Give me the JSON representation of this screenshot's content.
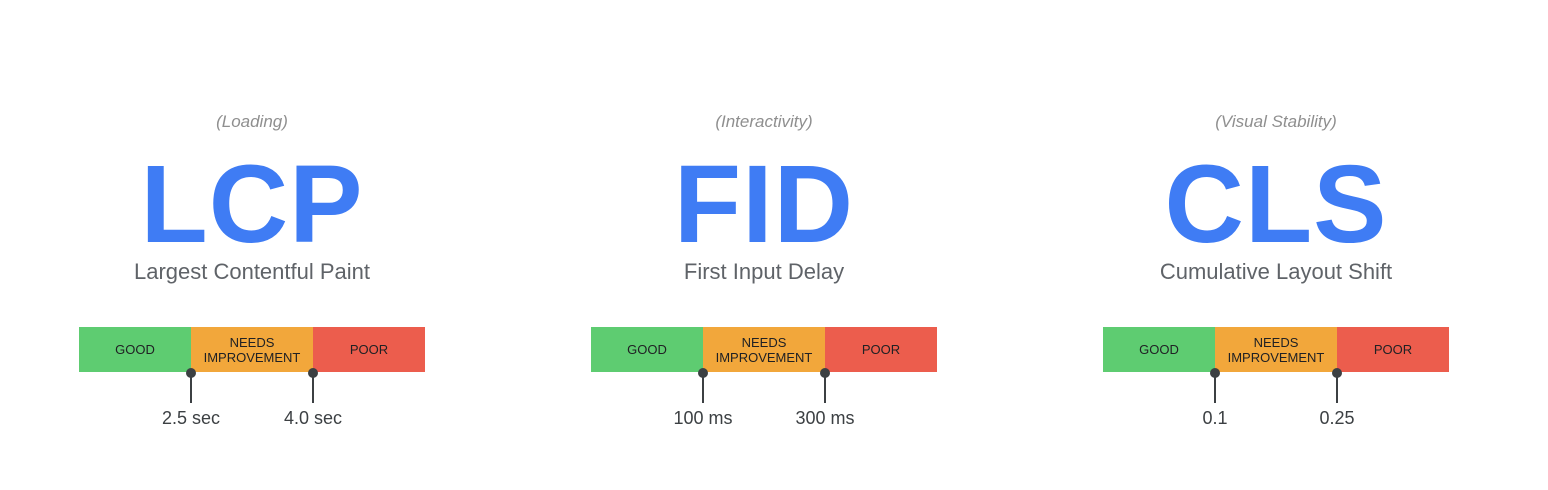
{
  "metrics": [
    {
      "category": "(Loading)",
      "abbr": "LCP",
      "name": "Largest Contentful Paint",
      "ratings": {
        "good": "GOOD",
        "needs_improvement": "NEEDS IMPROVEMENT",
        "poor": "POOR"
      },
      "thresholds": [
        "2.5 sec",
        "4.0 sec"
      ]
    },
    {
      "category": "(Interactivity)",
      "abbr": "FID",
      "name": "First Input Delay",
      "ratings": {
        "good": "GOOD",
        "needs_improvement": "NEEDS IMPROVEMENT",
        "poor": "POOR"
      },
      "thresholds": [
        "100 ms",
        "300 ms"
      ]
    },
    {
      "category": "(Visual Stability)",
      "abbr": "CLS",
      "name": "Cumulative Layout Shift",
      "ratings": {
        "good": "GOOD",
        "needs_improvement": "NEEDS IMPROVEMENT",
        "poor": "POOR"
      },
      "thresholds": [
        "0.1",
        "0.25"
      ]
    }
  ],
  "colors": {
    "accent": "#3f7cf4",
    "good": "#5ecc71",
    "needs_improvement": "#f2a73b",
    "poor": "#ec5d4d",
    "marker": "#3c4043"
  }
}
